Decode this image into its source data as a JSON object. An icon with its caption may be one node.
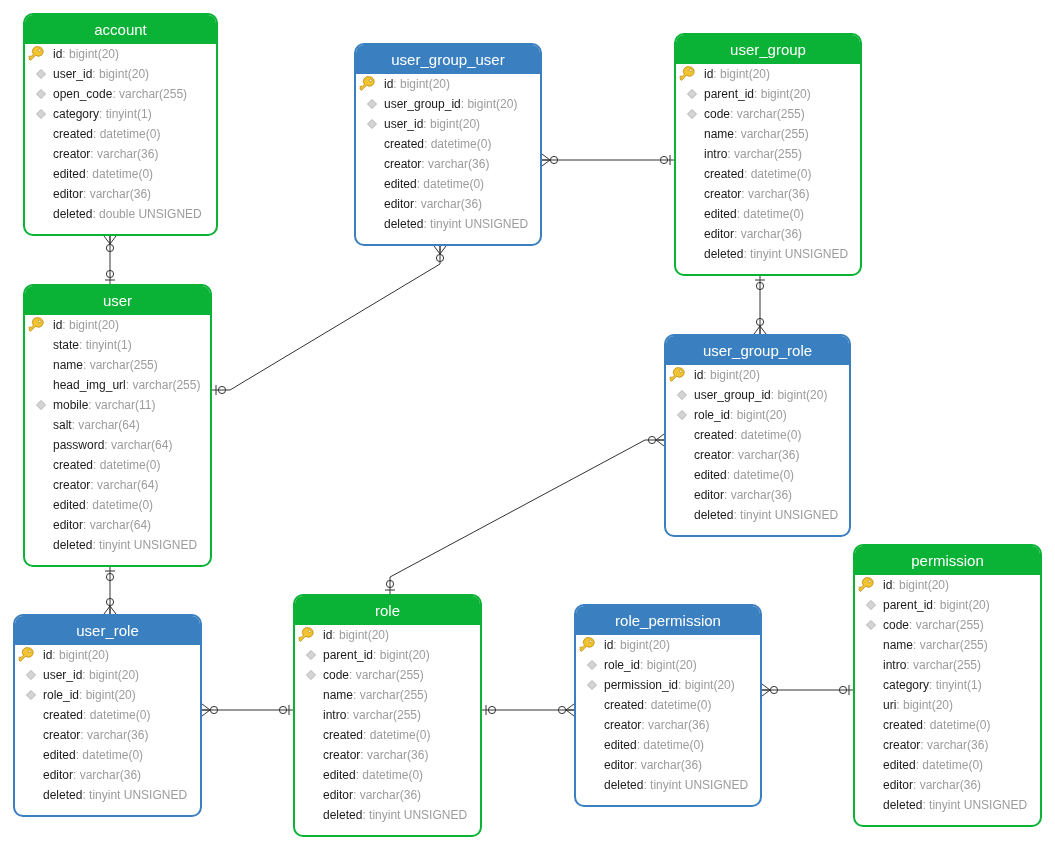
{
  "diagram": {
    "nodes": [
      {
        "text": [
          "account",
          "id: bigint(20)",
          "user_id: bigint(20)",
          "open_code: varchar(255)",
          "category: tinyint(1)",
          "created: datetime(0)",
          "creator: varchar(36)",
          "edited: datetime(0)",
          "editor: varchar(36)",
          "deleted: double UNSIGNED"
        ]
      },
      {
        "text": [
          "user_group_user",
          "id: bigint(20)",
          "user_group_id: bigint(20)",
          "user_id: bigint(20)",
          "created: datetime(0)",
          "creator: varchar(36)",
          "edited: datetime(0)",
          "editor: varchar(36)",
          "deleted: tinyint UNSIGNED"
        ]
      },
      {
        "text": [
          "user_group",
          "id: bigint(20)",
          "parent_id: bigint(20)",
          "code: varchar(255)",
          "name: varchar(255)",
          "intro: varchar(255)",
          "created: datetime(0)",
          "creator: varchar(36)",
          "edited: datetime(0)",
          "editor: varchar(36)",
          "deleted: tinyint UNSIGNED"
        ]
      },
      {
        "text": [
          "user",
          "id: bigint(20)",
          "state: tinyint(1)",
          "name: varchar(255)",
          "head_img_url: varchar(255)",
          "mobile: varchar(11)",
          "salt: varchar(64)",
          "password: varchar(64)",
          "created: datetime(0)",
          "creator: varchar(64)",
          "edited: datetime(0)",
          "editor: varchar(64)",
          "deleted: tinyint UNSIGNED"
        ]
      },
      {
        "text": [
          "user_group_role",
          "id: bigint(20)",
          "user_group_id: bigint(20)",
          "role_id: bigint(20)",
          "created: datetime(0)",
          "creator: varchar(36)",
          "edited: datetime(0)",
          "editor: varchar(36)",
          "deleted: tinyint UNSIGNED"
        ]
      },
      {
        "text": [
          "user_role",
          "id: bigint(20)",
          "user_id: bigint(20)",
          "role_id: bigint(20)",
          "created: datetime(0)",
          "creator: varchar(36)",
          "edited: datetime(0)",
          "editor: varchar(36)",
          "deleted: tinyint UNSIGNED"
        ]
      },
      {
        "text": [
          "role",
          "id: bigint(20)",
          "parent_id: bigint(20)",
          "code: varchar(255)",
          "name: varchar(255)",
          "intro: varchar(255)",
          "created: datetime(0)",
          "creator: varchar(36)",
          "edited: datetime(0)",
          "editor: varchar(36)",
          "deleted: tinyint UNSIGNED"
        ]
      },
      {
        "text": [
          "role_permission",
          "id: bigint(20)",
          "role_id: bigint(20)",
          "permission_id: bigint(20)",
          "created: datetime(0)",
          "creator: varchar(36)",
          "edited: datetime(0)",
          "editor: varchar(36)",
          "deleted: tinyint UNSIGNED"
        ]
      },
      {
        "text": [
          "permission",
          "id: bigint(20)",
          "parent_id: bigint(20)",
          "code: varchar(255)",
          "name: varchar(255)",
          "intro: varchar(255)",
          "category: tinyint(1)",
          "uri: bigint(20)",
          "created: datetime(0)",
          "creator: varchar(36)",
          "edited: datetime(0)",
          "editor: varchar(36)",
          "deleted: tinyint UNSIGNED"
        ]
      }
    ],
    "edges": [
      {
        "from": 0,
        "to": 3,
        "arrow": "other"
      },
      {
        "from": 1,
        "to": 3,
        "arrow": "other"
      },
      {
        "from": 1,
        "to": 2,
        "arrow": "other"
      },
      {
        "from": 4,
        "to": 2,
        "arrow": "other"
      },
      {
        "from": 4,
        "to": 6,
        "arrow": "other"
      },
      {
        "from": 5,
        "to": 3,
        "arrow": "other"
      },
      {
        "from": 5,
        "to": 6,
        "arrow": "other"
      },
      {
        "from": 7,
        "to": 6,
        "arrow": "other"
      },
      {
        "from": 7,
        "to": 8,
        "arrow": "other"
      }
    ]
  }
}
